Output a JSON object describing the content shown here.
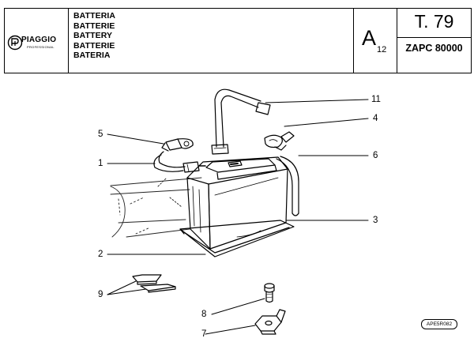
{
  "title_block": {
    "brand": "PIAGGIO",
    "brand_subtitle": "PROFESSIONAL",
    "titles": [
      "BATTERIA",
      "BATTERIE",
      "BATTERY",
      "BATTERIE",
      "BATERIA"
    ],
    "group_letter": "A",
    "group_subscript": "12",
    "table_number": "T. 79",
    "model_code": "ZAPC 80000"
  },
  "callouts": [
    "1",
    "2",
    "3",
    "4",
    "5",
    "6",
    "7",
    "8",
    "9",
    "11"
  ],
  "drawing_code": "APE5R082"
}
